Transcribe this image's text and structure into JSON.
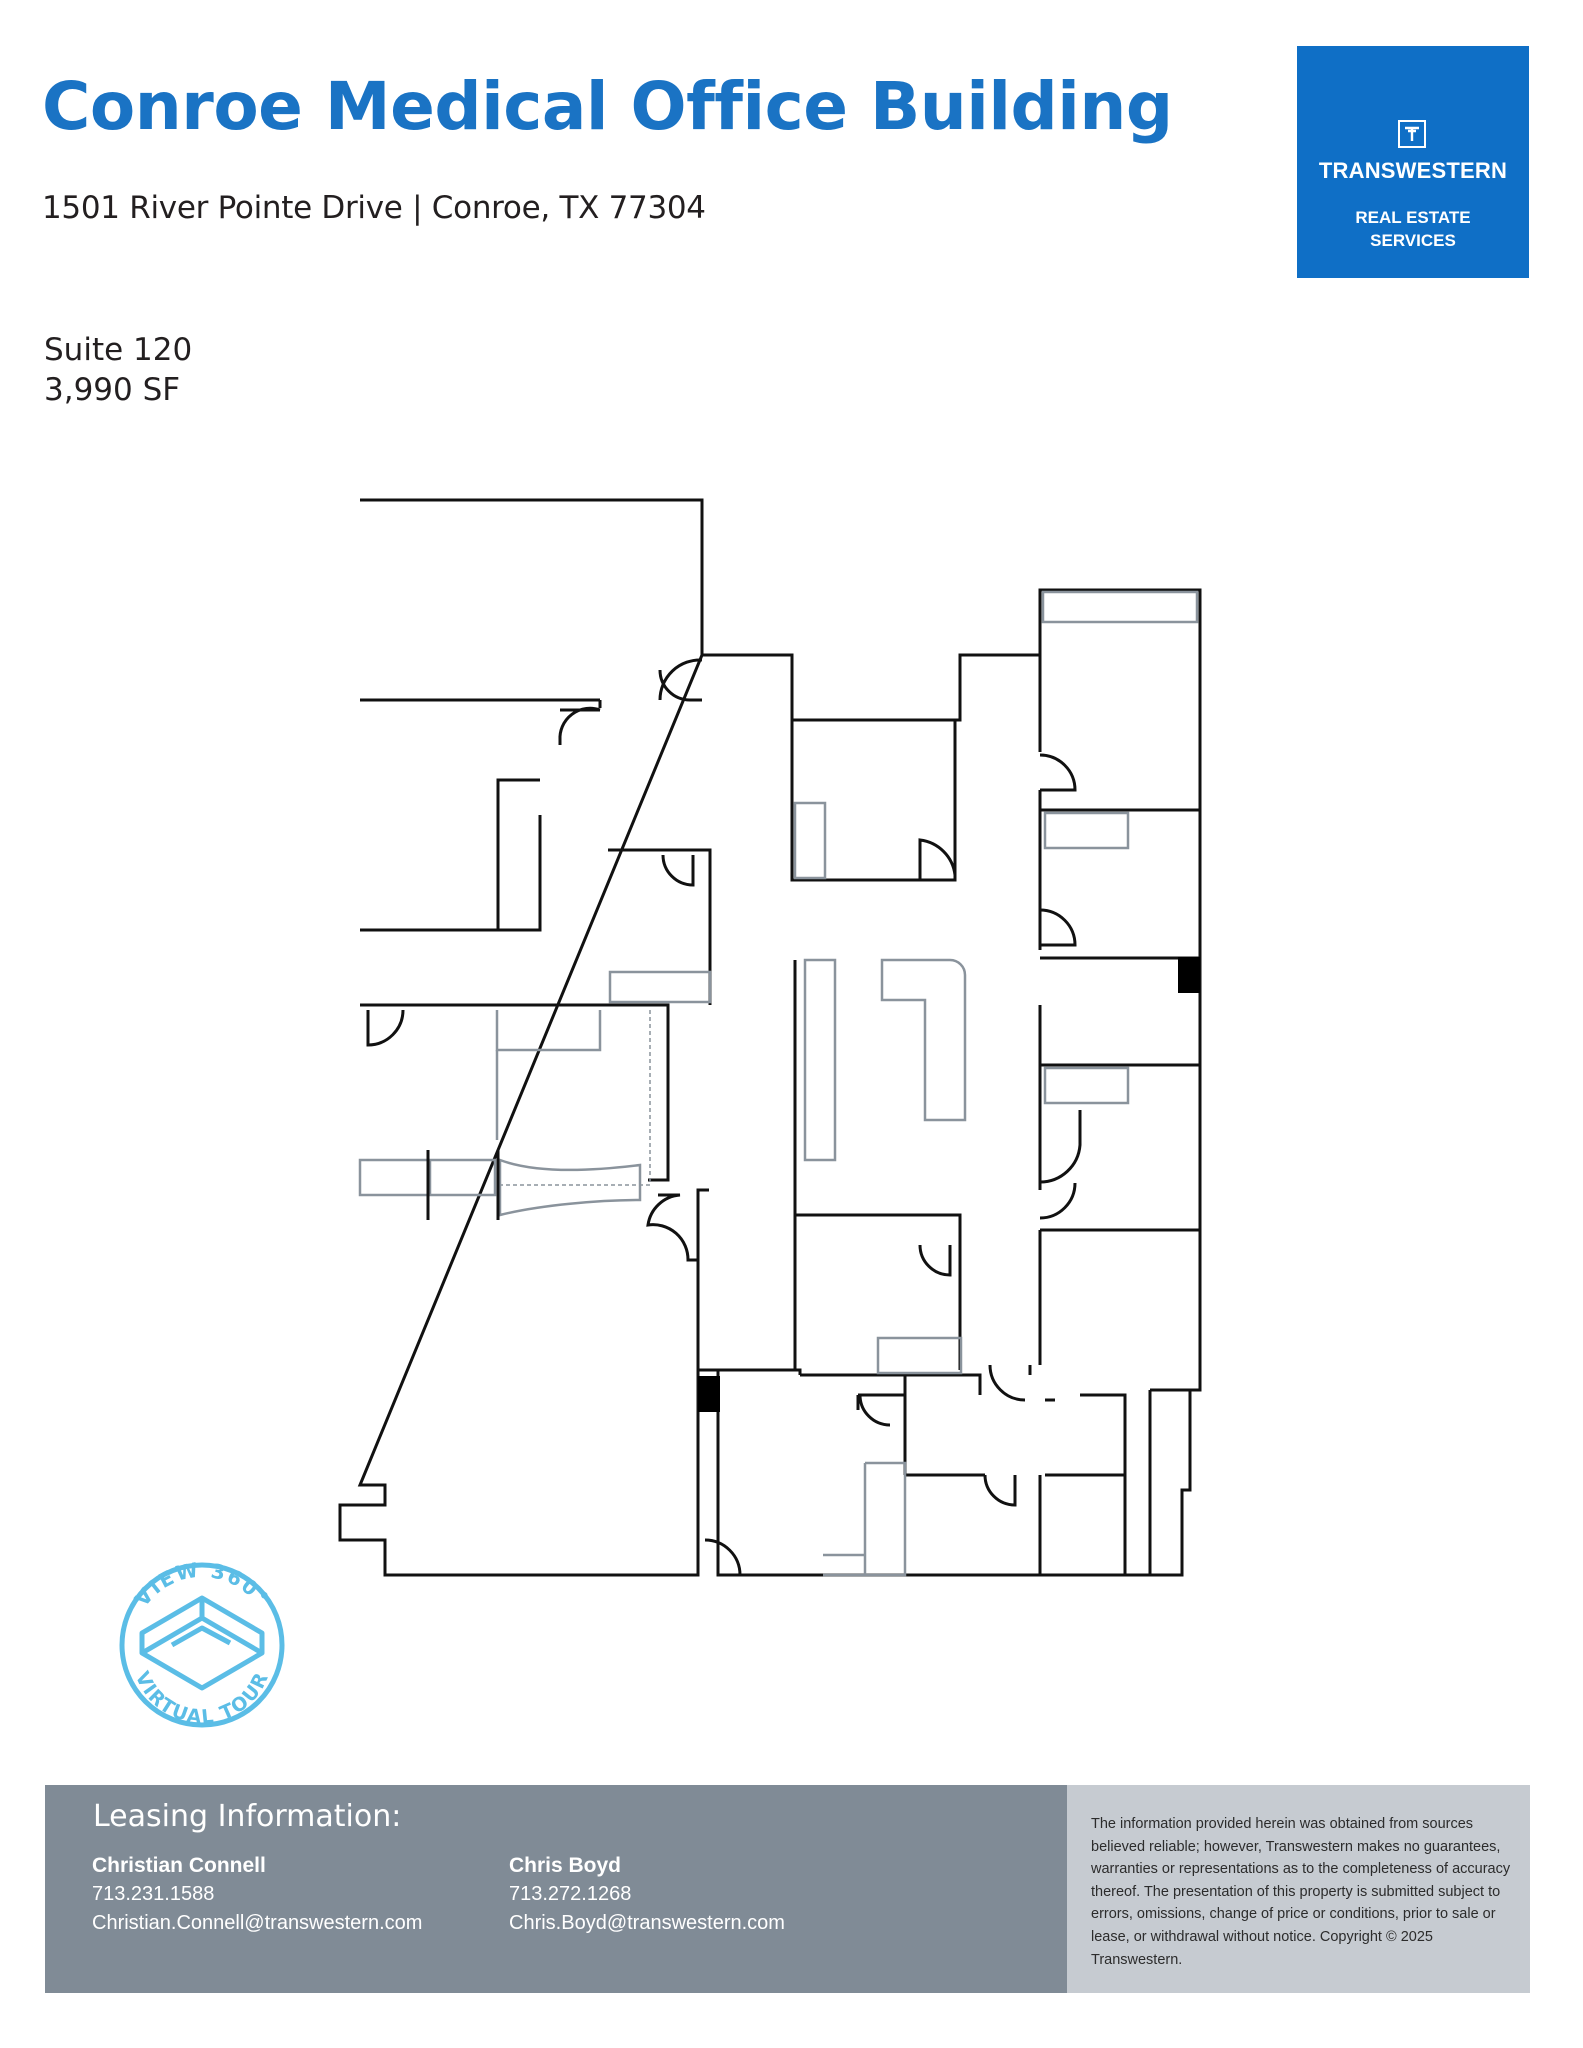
{
  "header": {
    "title": "Conroe Medical Office Building",
    "address": "1501 River Pointe Drive | Conroe, TX 77304"
  },
  "logo": {
    "name": "TRANSWESTERN",
    "sub1": "REAL ESTATE",
    "sub2": "SERVICES",
    "color": "#0f6fc6"
  },
  "suite": {
    "name": "Suite 120",
    "area": "3,990 SF"
  },
  "badge": {
    "top_text": "VIEW 360°",
    "bottom_text": "VIRTUAL TOUR",
    "color": "#5bbde6"
  },
  "leasing": {
    "title": "Leasing Information:",
    "agents": [
      {
        "name": "Christian Connell",
        "phone": "713.231.1588",
        "email": "Christian.Connell@transwestern.com"
      },
      {
        "name": "Chris Boyd",
        "phone": "713.272.1268",
        "email": "Chris.Boyd@transwestern.com"
      }
    ]
  },
  "disclaimer": "The information provided herein was obtained from sources believed reliable; however, Transwestern makes no guarantees, warranties or representations as to the completeness of accuracy thereof. The presentation of this property is submitted subject to errors, omissions, change of price or conditions, prior to sale or lease, or withdrawal without notice. Copyright © 2025 Transwestern."
}
